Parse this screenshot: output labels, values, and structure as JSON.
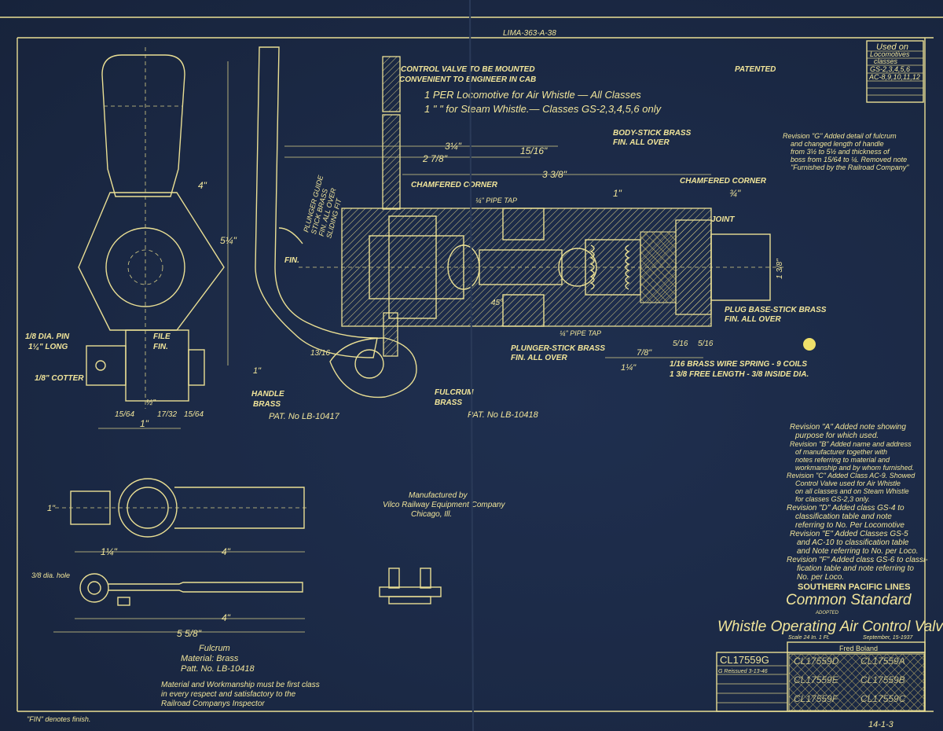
{
  "drawing_number_top": "LIMA-363-A-38",
  "patented": "PATENTED",
  "used_on": {
    "title": "Used on",
    "rows": [
      "Locomotives",
      "classes",
      "GS-2,3,4,5,6",
      "AC-8,9,10,11,12"
    ]
  },
  "mounting_note": [
    "CONTROL VALVE TO BE MOUNTED",
    "CONVENIENT TO ENGINEER IN CAB"
  ],
  "usage_notes": [
    "1 PER Locomotive  for Air Whistle — All Classes",
    "1   \"      \"      for Steam Whistle.— Classes GS-2,3,4,5,6 only"
  ],
  "revision_g": [
    "Revision \"G\" Added detail of fulcrum",
    "and changed length of handle",
    "from 3½ to 5½ and thickness of",
    "boss from 15/64 to ¼. Removed note",
    "\"Furnished by the Railroad Company\""
  ],
  "revisions": [
    "Revision \"A\" Added note showing",
    "purpose for which used.",
    "Revision \"B\" Added name and address",
    "of manufacturer together with",
    "notes referring to material and",
    "workmanship and by whom furnished.",
    "Revision \"C\" Added Class AC-9. Showed",
    "Control Valve used for Air Whistle",
    "on all classes and on Steam Whistle",
    "for classes GS-2,3 only.",
    "Revision \"D\" Added class GS-4 to",
    "classification table and note",
    "referring to No. Per Locomotive",
    "Revision \"E\" Added Classes GS-5",
    "and AC-10 to classification table",
    "and Note referring to No. per Loco.",
    "Revision \"F\" Added class GS-6 to classi-",
    "fication table and note referring to",
    "No. per Loco."
  ],
  "part_labels": {
    "body": [
      "BODY-STICK BRASS",
      "FIN. ALL OVER"
    ],
    "chamfered_corner_1": "CHAMFERED CORNER",
    "chamfered_corner_2": "CHAMFERED CORNER",
    "joint": "JOINT",
    "pipe_tap_top": "¼\" PIPE TAP",
    "pipe_tap_bottom": "¼\" PIPE TAP",
    "plug_base": [
      "PLUG BASE-STICK BRASS",
      "FIN. ALL OVER"
    ],
    "plunger": [
      "PLUNGER-STICK BRASS",
      "FIN. ALL OVER"
    ],
    "spring": [
      "1/16 BRASS WIRE SPRING - 9 COILS",
      "1 3/8 FREE LENGTH - 3/8 INSIDE DIA."
    ],
    "plunger_guide": [
      "PLUNGER GUIDE",
      "STICK BRASS",
      "FIN. ALL OVER",
      "SLIDING FIT"
    ],
    "handle": [
      "HANDLE",
      "BRASS"
    ],
    "handle_pat": "PAT. No LB-10417",
    "fulcrum": [
      "FULCRUM",
      "BRASS"
    ],
    "fulcrum_pat": "PAT. No LB-10418",
    "pin": [
      "1/8 DIA. PIN",
      "1¼\" LONG"
    ],
    "cotter": "1/8\" COTTER",
    "file_fin": [
      "FILE",
      "FIN."
    ],
    "fin": "FIN."
  },
  "dimensions": [
    "3¼\"",
    "2 7/8\"",
    "15/16\"",
    "3 3/8\"",
    "1\"",
    "¾\"",
    "5¼\"",
    "4\"",
    "1\"",
    "15/64",
    "17/32",
    "15/64",
    "½\"",
    "7/8\"",
    "1¼\"",
    "5/16",
    "5/16",
    "1\"",
    "4\"",
    "4\"",
    "5 5/8\"",
    "1 3/8\"",
    "13/16",
    "45°",
    "1¼\"",
    "1\""
  ],
  "manufacturer": [
    "Manufactured by",
    "Vilco Railway Equipment Company",
    "Chicago, Ill."
  ],
  "fulcrum_detail": [
    "Fulcrum",
    "Material: Brass",
    "Patt. No. LB-10418"
  ],
  "fulcrum_hole_note": "3/8 dia. hole",
  "workmanship_note": [
    "Material and Workmanship must be first class",
    "in every respect and satisfactory to the",
    "Railroad Companys Inspector"
  ],
  "fin_note": "\"FIN\" denotes finish.",
  "title_block": {
    "railroad": "SOUTHERN PACIFIC LINES",
    "standard": "Common Standard",
    "adopted": "ADOPTED",
    "title": "Whistle Operating Air Control Valve",
    "scale": "Scale 24 In. 1 Ft.",
    "date": "September, 15-1937",
    "drawn_by": "Fred Boland",
    "number": "CL17559G",
    "reissued": "G Reissued 3-13-46",
    "superseded": [
      "CL17559D",
      "CL17559A",
      "CL17559E",
      "CL17559B",
      "CL17559F",
      "CL17559C"
    ]
  },
  "sheet_corner": "14-1-3",
  "colors": {
    "paper": "#1c2a46",
    "ink": "#eadf94"
  }
}
